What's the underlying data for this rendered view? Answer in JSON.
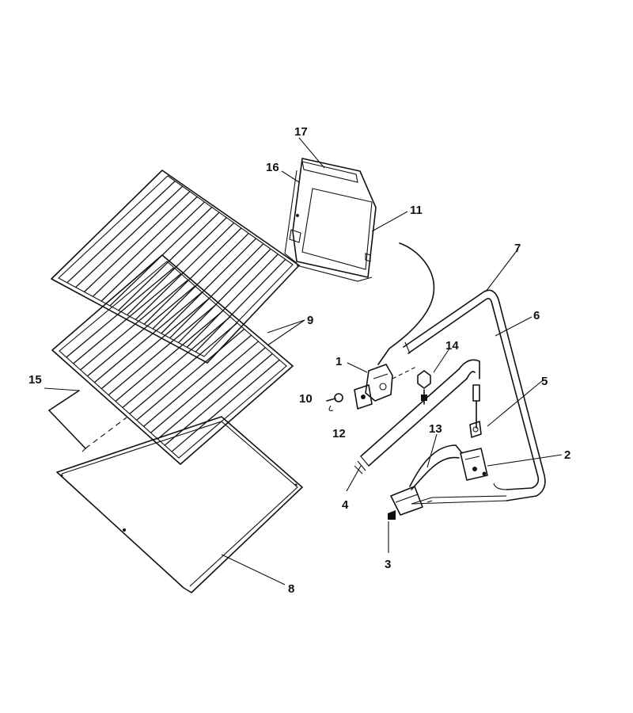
{
  "diagram": {
    "callouts": [
      {
        "id": "c1",
        "label": "1"
      },
      {
        "id": "c2",
        "label": "2"
      },
      {
        "id": "c3",
        "label": "3"
      },
      {
        "id": "c4",
        "label": "4"
      },
      {
        "id": "c5",
        "label": "5"
      },
      {
        "id": "c6",
        "label": "6"
      },
      {
        "id": "c7",
        "label": "7"
      },
      {
        "id": "c8",
        "label": "8"
      },
      {
        "id": "c9",
        "label": "9"
      },
      {
        "id": "c10",
        "label": "10"
      },
      {
        "id": "c11",
        "label": "11"
      },
      {
        "id": "c12",
        "label": "12"
      },
      {
        "id": "c13",
        "label": "13"
      },
      {
        "id": "c14",
        "label": "14"
      },
      {
        "id": "c15",
        "label": "15"
      },
      {
        "id": "c16",
        "label": "16"
      },
      {
        "id": "c17",
        "label": "17"
      }
    ]
  }
}
